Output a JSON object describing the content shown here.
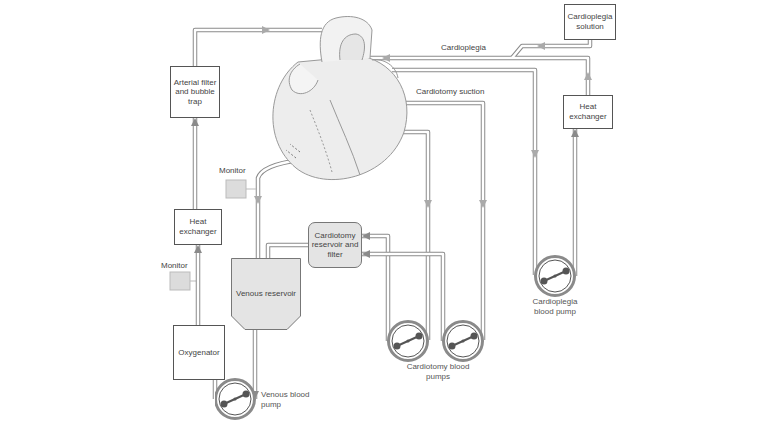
{
  "diagram": {
    "nodes": [
      {
        "text": [
          "Cardioplegia solution"
        ]
      },
      {
        "text": [
          "Arterial filter and bubble trap"
        ]
      },
      {
        "text": [
          "Heat exchanger"
        ]
      },
      {
        "text": [
          "Heat exchanger"
        ]
      },
      {
        "text": [
          "Cardiotomy reservoir and filter"
        ]
      },
      {
        "text": [
          "Venous reservoir"
        ]
      },
      {
        "text": [
          "Oxygenator"
        ]
      },
      {
        "text": [
          "Cardioplegia blood pump"
        ]
      },
      {
        "text": [
          "Cardiotomy blood pumps"
        ]
      },
      {
        "text": [
          "Venous blood pump"
        ]
      }
    ],
    "edges": [
      {
        "from": 6,
        "to": 3,
        "arrow": "to"
      },
      {
        "from": 3,
        "to": 1,
        "arrow": "to"
      },
      {
        "from": 5,
        "to": 9,
        "arrow": "to"
      },
      {
        "from": 9,
        "to": 6,
        "arrow": "none"
      },
      {
        "from": 4,
        "to": 5,
        "arrow": "none"
      },
      {
        "from": 8,
        "to": 4,
        "arrow": "to"
      },
      {
        "from": 8,
        "to": 4,
        "arrow": "to"
      },
      {
        "from": 7,
        "to": 2,
        "arrow": "to"
      }
    ],
    "labels": [
      "Cardioplegia",
      "Cardiotomy suction",
      "Monitor",
      "Monitor"
    ]
  }
}
